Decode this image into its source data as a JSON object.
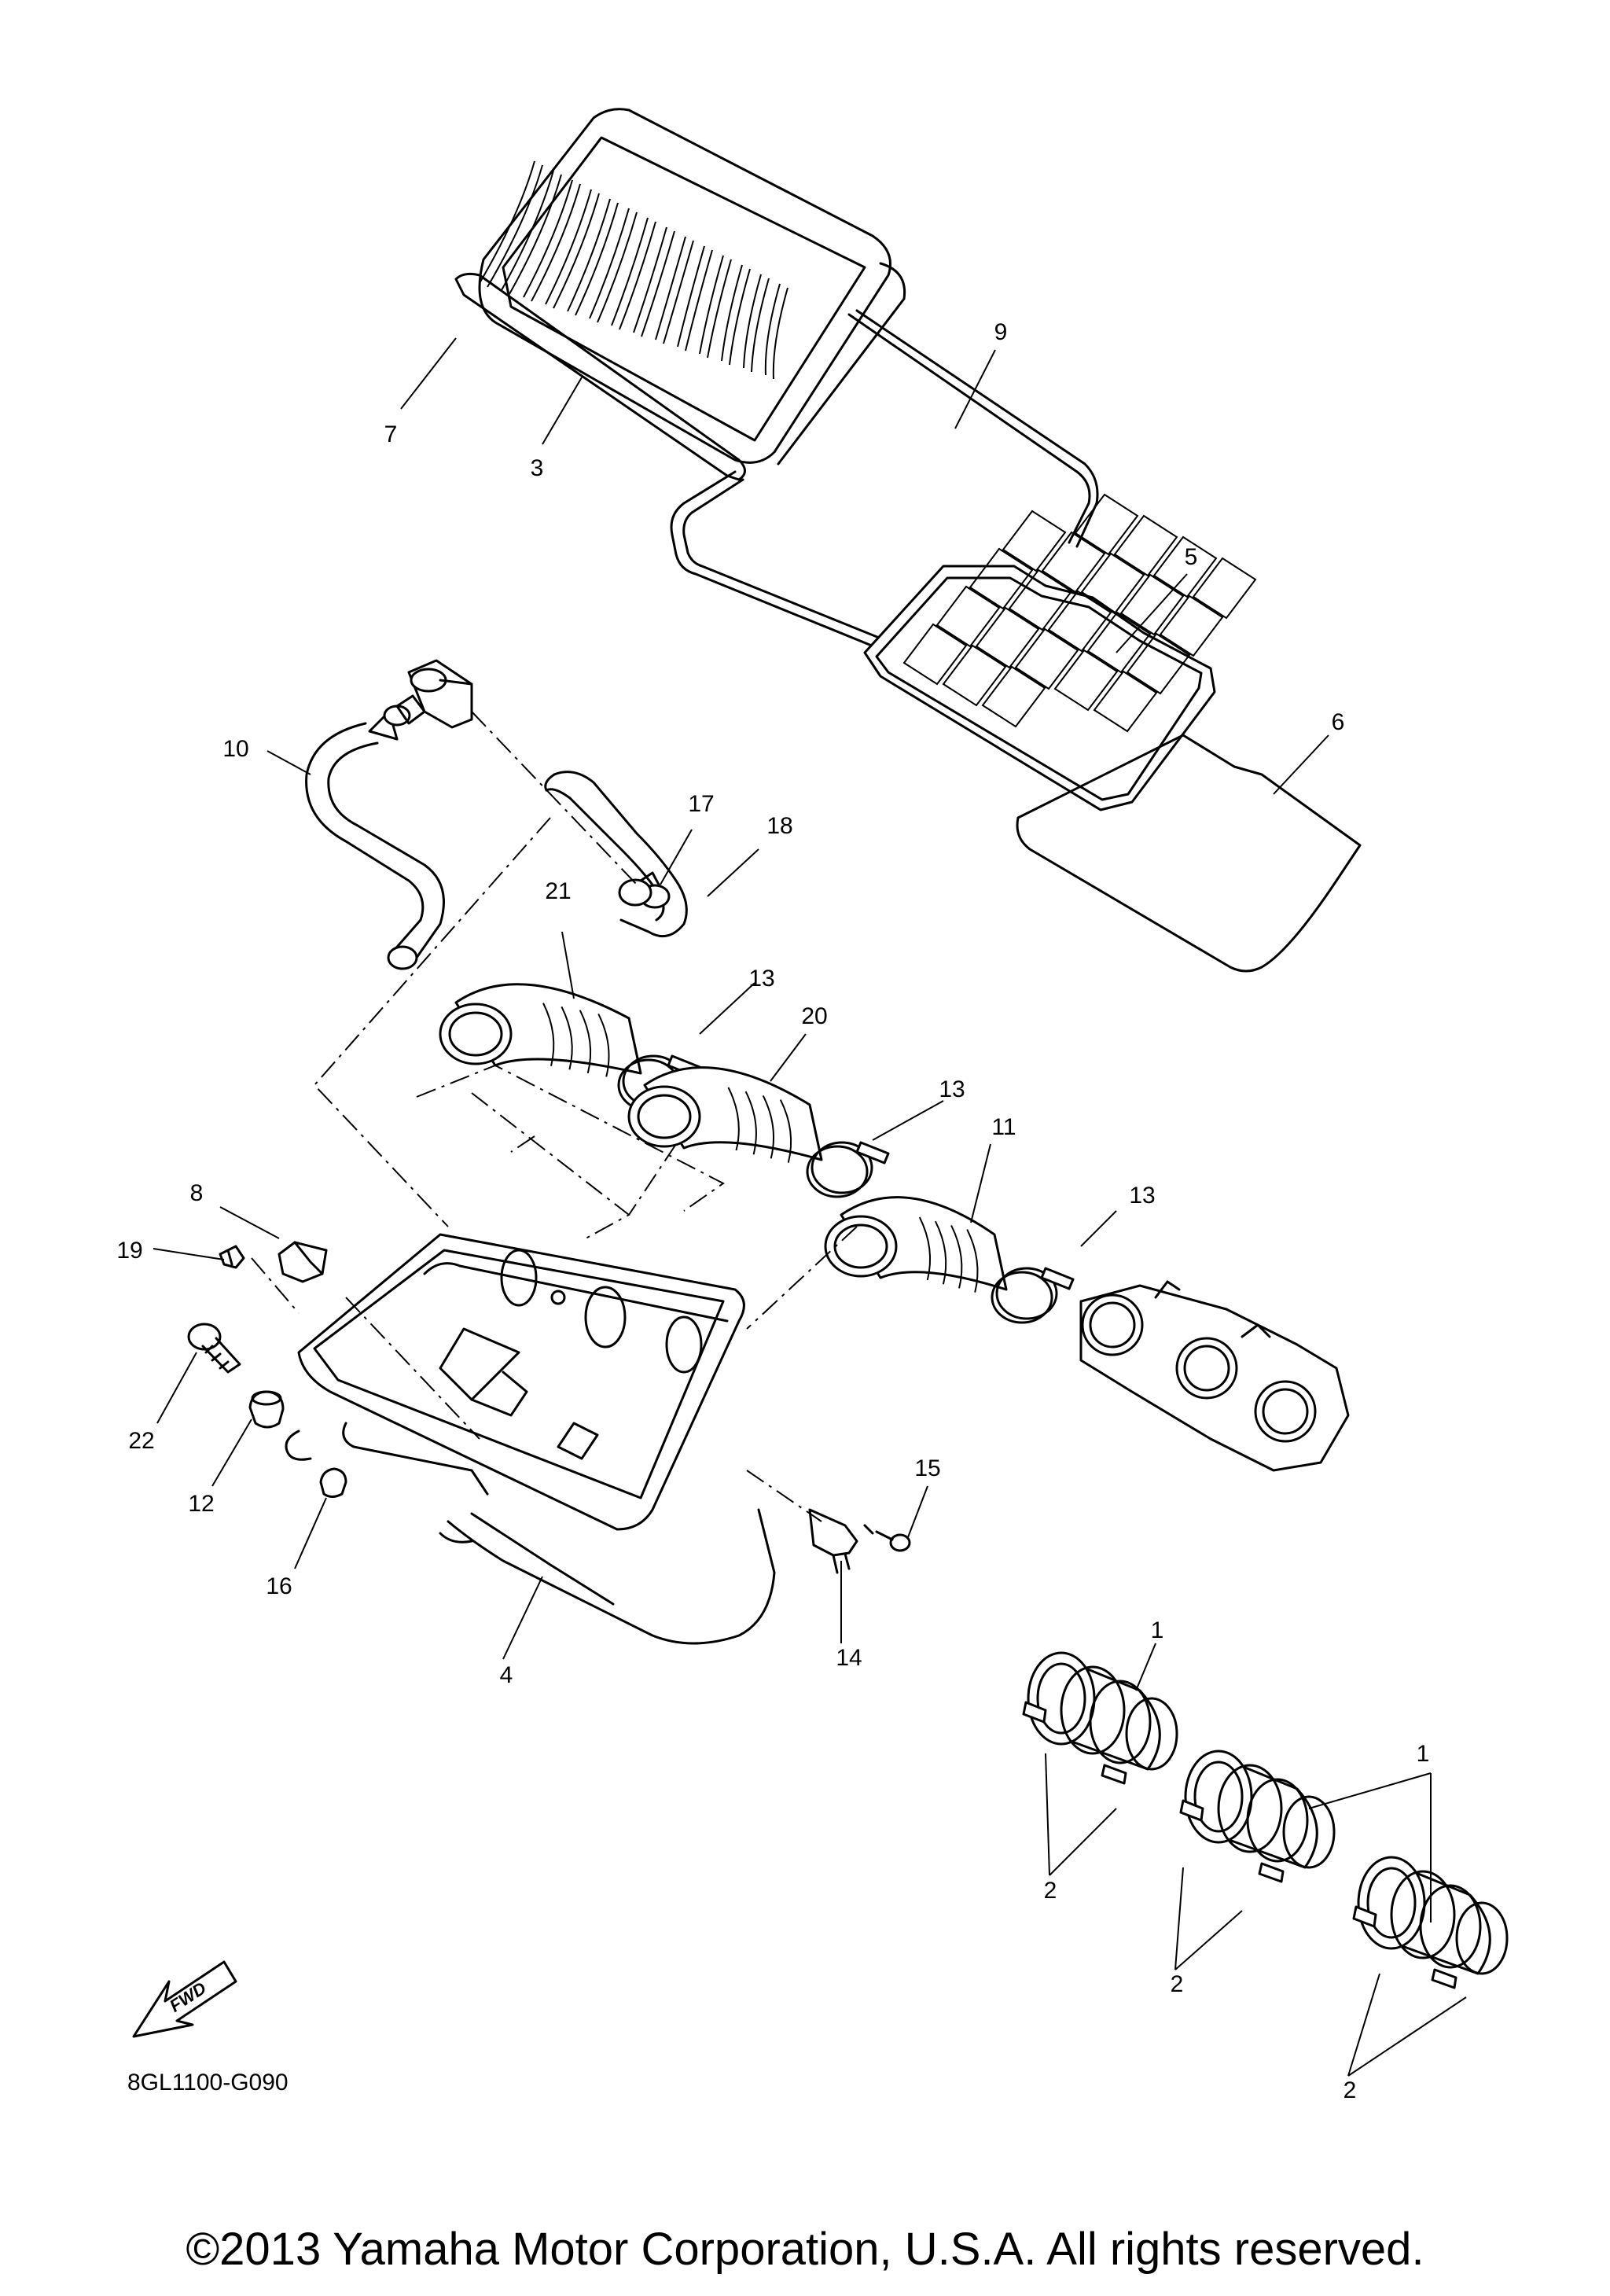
{
  "diagram_code": "8GL1100-G090",
  "copyright": "©2013 Yamaha Motor Corporation, U.S.A. All rights reserved.",
  "fwd_label": "FWD",
  "callouts": {
    "c1a": "1",
    "c1b": "1",
    "c2a": "2",
    "c2b": "2",
    "c2c": "2",
    "c3": "3",
    "c4": "4",
    "c5": "5",
    "c6": "6",
    "c7": "7",
    "c8": "8",
    "c9": "9",
    "c10": "10",
    "c11": "11",
    "c12": "12",
    "c13a": "13",
    "c13b": "13",
    "c13c": "13",
    "c14": "14",
    "c15": "15",
    "c16": "16",
    "c17": "17",
    "c18": "18",
    "c19": "19",
    "c20": "20",
    "c21": "21",
    "c22": "22"
  }
}
